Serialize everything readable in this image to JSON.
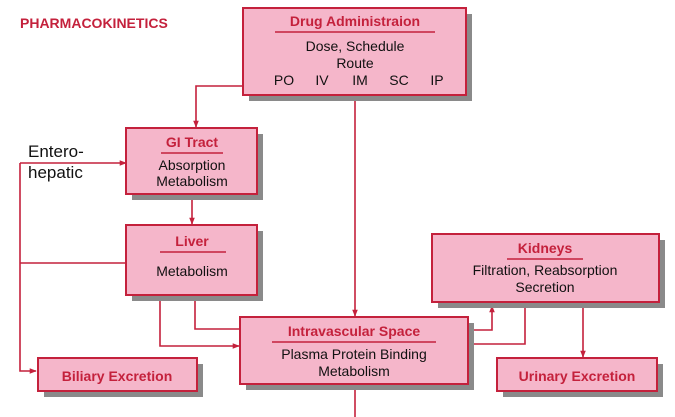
{
  "title": "PHARMACOKINETICS",
  "enterohepatic": {
    "line1": "Entero-",
    "line2": "hepatic"
  },
  "drug_administration": {
    "heading": "Drug Administraion",
    "line1": "Dose, Schedule",
    "line2": "Route",
    "routes": [
      "PO",
      "IV",
      "IM",
      "SC",
      "IP"
    ]
  },
  "gi_tract": {
    "heading": "GI Tract",
    "line1": "Absorption",
    "line2": "Metabolism"
  },
  "liver": {
    "heading": "Liver",
    "line1": "Metabolism"
  },
  "kidneys": {
    "heading": "Kidneys",
    "line1": "Filtration, Reabsorption",
    "line2": "Secretion"
  },
  "intravascular": {
    "heading": "Intravascular Space",
    "line1": "Plasma Protein Binding",
    "line2": "Metabolism"
  },
  "biliary_excretion": {
    "label": "Biliary Excretion"
  },
  "urinary_excretion": {
    "label": "Urinary Excretion"
  },
  "colors": {
    "box_fill": "#f5b6ca",
    "accent": "#c4213c",
    "shadow": "#8a8a8a"
  }
}
